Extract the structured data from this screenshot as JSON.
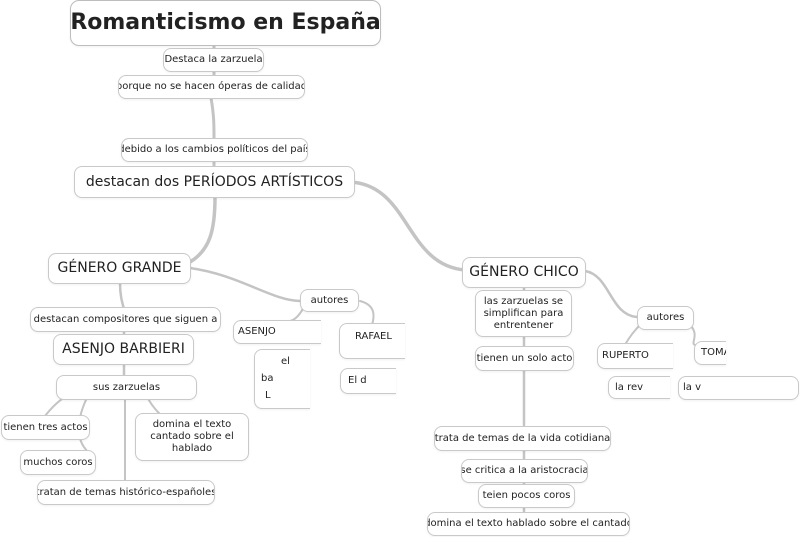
{
  "map": {
    "title": "Romanticismo en España",
    "intro": {
      "n1": "Destaca la zarzuela",
      "n2": "porque no se hacen óperas de calidad",
      "n3": "debido a los cambios políticos del país",
      "n4": "destacan dos PERÍODOS ARTÍSTICOS"
    },
    "grande": {
      "label": "GÉNERO GRANDE",
      "composers": "destacan compositores que siguen a",
      "barbieri": "ASENJO BARBIERI",
      "zarzuelas": "sus zarzuelas",
      "tres_actos": "tienen tres actos",
      "coros": "muchos coros",
      "temas": "tratan de temas histórico-españoles",
      "domina": "domina el texto cantado sobre el hablado",
      "autores": "autores",
      "asenjo": "ASENJO",
      "asenjo_work_1": "el",
      "asenjo_work_2": "ba",
      "asenjo_work_3": "L",
      "rafael": "RAFAEL",
      "rafael_work": "El d"
    },
    "chico": {
      "label": "GÉNERO CHICO",
      "simplifican": "las zarzuelas se simplifican para entrentener",
      "un_acto": "tienen un solo acto",
      "vida": "trata de temas de la vida cotidiana",
      "critica": "se critica a la aristocracia",
      "coros": "teien pocos coros",
      "domina": "domina el texto hablado sobre el cantado",
      "autores": "autores",
      "ruperto": "RUPERTO",
      "ruperto_work": "la rev",
      "tomas": "TOMÁ",
      "tomas_work": "la v"
    }
  }
}
